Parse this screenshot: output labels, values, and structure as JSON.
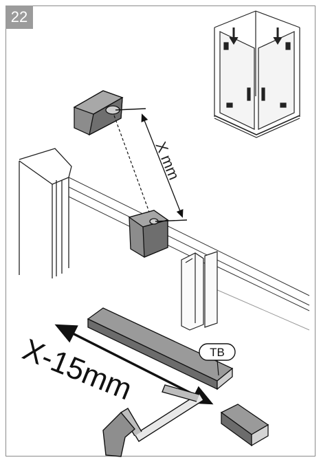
{
  "step": {
    "number": "22"
  },
  "labels": {
    "x_mm": "X mm",
    "cut_length": "X-15mm",
    "part_code": "TB"
  },
  "icons": {
    "saw": "hacksaw-icon",
    "overview": "shower-enclosure-icon"
  },
  "colors": {
    "badge": "#9b9b9b",
    "line": "#1a1a1a",
    "part_fill": "#8c8c8c"
  }
}
